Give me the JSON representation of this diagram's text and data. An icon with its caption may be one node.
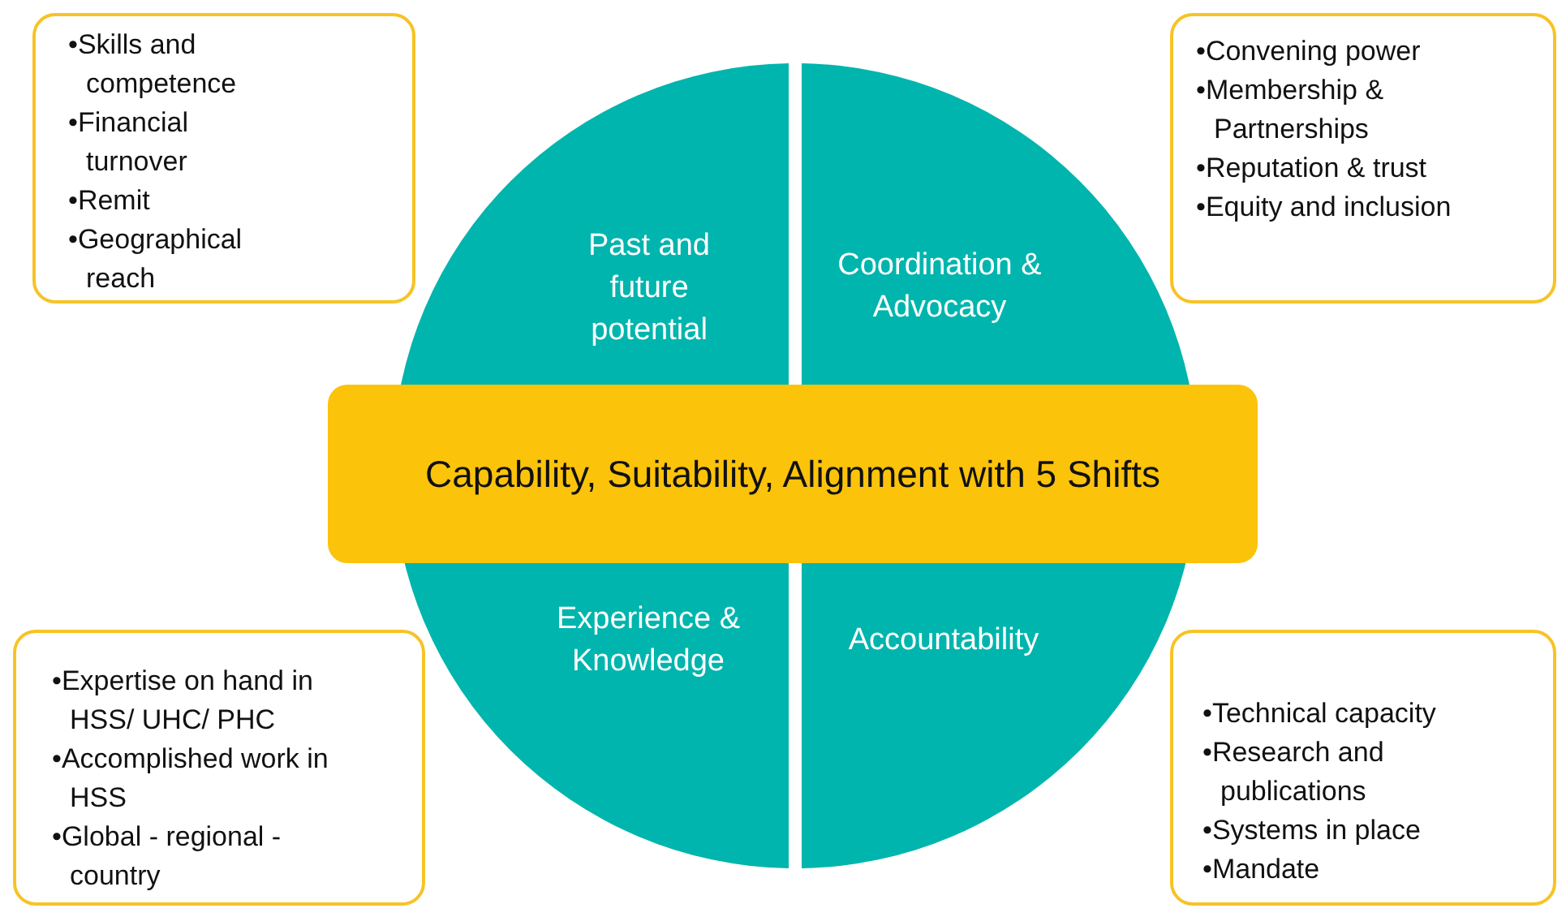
{
  "diagram": {
    "nodes": [
      {
        "text": [
          "Past and future potential"
        ]
      },
      {
        "text": [
          "Coordination & Advocacy"
        ]
      },
      {
        "text": [
          "Experience & Knowledge"
        ]
      },
      {
        "text": [
          "Accountability"
        ]
      },
      {
        "text": [
          "Capability, Suitability, Alignment with 5 Shifts"
        ]
      },
      {
        "text": [
          "•Skills and competence",
          "•Financial turnover",
          "•Remit",
          "•Geographical reach"
        ]
      },
      {
        "text": [
          "•Convening power",
          "•Membership & Partnerships",
          "•Reputation & trust",
          "•Equity and inclusion"
        ]
      },
      {
        "text": [
          "•Expertise on hand in HSS/ UHC/ PHC",
          "•Accomplished work in HSS",
          "•Global - regional - country"
        ]
      },
      {
        "text": [
          "•Technical capacity",
          "•Research and publications",
          "•Systems in place",
          "•Mandate"
        ]
      }
    ],
    "edges": []
  }
}
